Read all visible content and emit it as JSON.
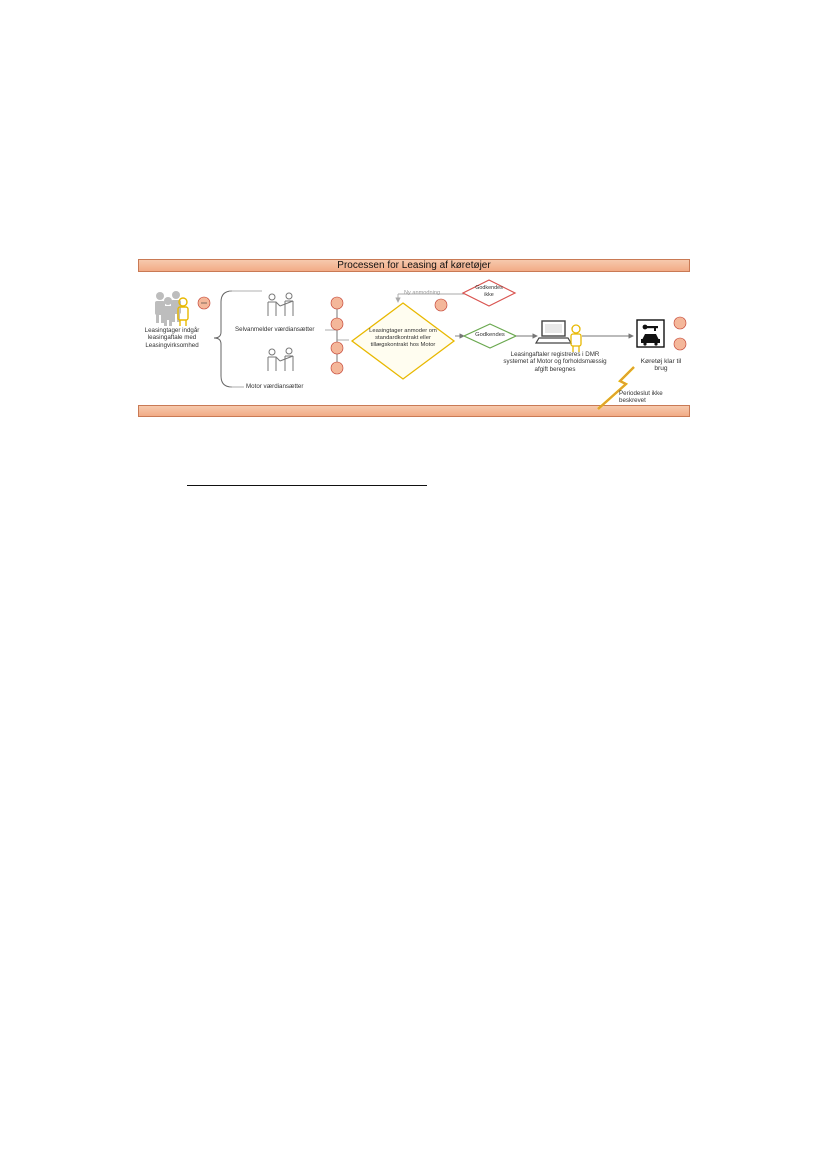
{
  "title": "Processen for Leasing af køretøjer",
  "labels": {
    "lessee": "Leasingtager indgår leasingaftale med Leasingvirksomhed",
    "self_valuer": "Selvanmelder værdiansætter",
    "motor_valuer": "Motor værdiansætter",
    "request": "Leasingtager anmoder om standardkontrakt eller tillægskontrakt hos Motor",
    "new_request": "Ny anmodning",
    "not_approved": "Godkendes ikke",
    "approved": "Godkendes",
    "registered": "Leasingaftaler registreres i DMR systemet af Motor og forholdsmæssig afgift beregnes",
    "ready": "Køretøj klar til brug",
    "period_end": "Periodeslut ikke beskrevet"
  },
  "colors": {
    "banner": "#f2ab86",
    "decision_yellow": "#e8b800",
    "approved_green": "#6aa84f",
    "rejected_red": "#d9534f",
    "badge": "#f4b79a",
    "person_gray": "#bdbdbd",
    "person_yellow": "#e8b800"
  },
  "icons": [
    "people-group-icon",
    "handshake-icon",
    "computer-icon",
    "person-icon",
    "car-key-icon",
    "badge-icon"
  ]
}
